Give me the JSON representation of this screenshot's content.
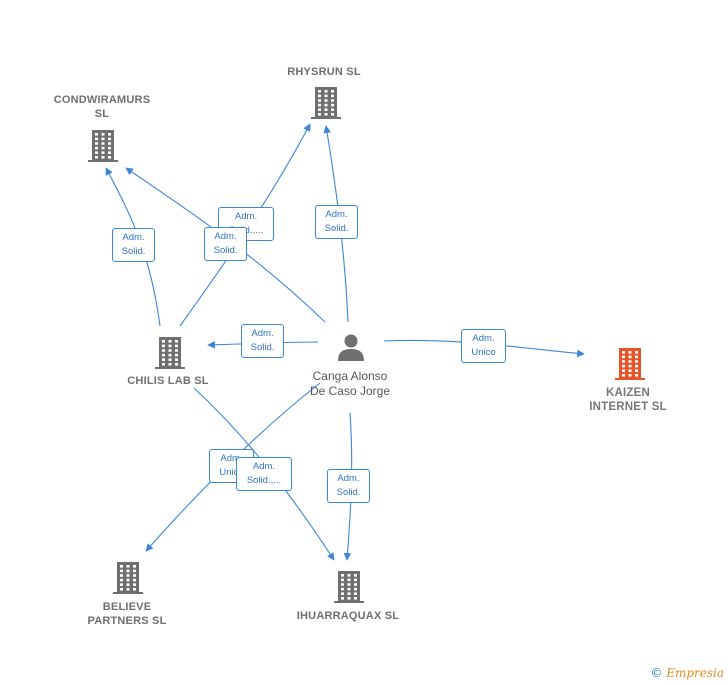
{
  "nodes": {
    "rhysrun": {
      "name": "RHYSRUN  SL",
      "icon": "building-icon"
    },
    "condwiramurs": {
      "name": "CONDWIRAMURS SL",
      "icon": "building-icon"
    },
    "chilis": {
      "name": "CHILIS LAB  SL",
      "icon": "building-icon"
    },
    "kaizen": {
      "name": "KAIZEN INTERNET  SL",
      "icon": "building-icon"
    },
    "believe": {
      "name": "BELIEVE PARTNERS  SL",
      "icon": "building-icon"
    },
    "ihuarraquax": {
      "name": "IHUARRAQUAX SL",
      "icon": "building-icon"
    }
  },
  "person": {
    "name": "Canga Alonso De Caso Jorge",
    "icon": "person-icon"
  },
  "edge_labels": {
    "chilis_condwiramurs": "Adm. Solid.",
    "chilis_rhysrun": "Adm. Solid.",
    "person_condwiramurs": "Adm. Solid.",
    "person_rhysrun": "Adm. Solid.",
    "person_chilis": "Adm. Solid.",
    "person_kaizen": "Adm. Unico",
    "chilis_believe": "Adm. Unico",
    "chilis_ihuarraquax": "Adm. Solid.,...",
    "person_ihuarraquax": "Adm. Solid.",
    "hidden_label": "Adm. Solid.,..."
  },
  "colors": {
    "edge": "#3d85d6",
    "building": "#6f6f6f",
    "focus": "#e8542a"
  },
  "brand": {
    "copyright": "©",
    "name": "Empresia"
  }
}
